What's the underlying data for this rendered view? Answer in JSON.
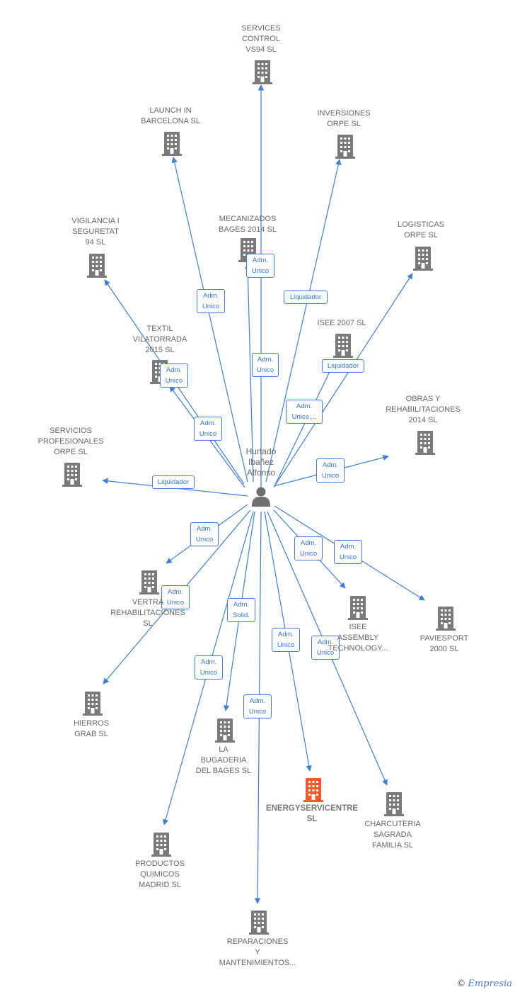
{
  "colors": {
    "edge": "#3d7fd6",
    "building": "#7a7a7a",
    "main_building": "#ee5a2a",
    "person": "#6f6f6f"
  },
  "person": {
    "name": "Hurtado\nIbañez\nAlfonso",
    "icon": "person-icon"
  },
  "companies": [
    {
      "id": "services-control",
      "label": "SERVICES\nCONTROL\nVS94 SL"
    },
    {
      "id": "launch-in-barcelona",
      "label": "LAUNCH IN\nBARCELONA  SL"
    },
    {
      "id": "inversiones-orpe",
      "label": "INVERSIONES\nORPE SL"
    },
    {
      "id": "mecanizados-bages",
      "label": "MECANIZADOS\nBAGES 2014  SL"
    },
    {
      "id": "vigilancia-seguretat",
      "label": "VIGILANCIA I\nSEGURETAT\n94 SL"
    },
    {
      "id": "logisticas-orpe",
      "label": "LOGISTICAS\nORPE SL"
    },
    {
      "id": "textil-vilatorrada",
      "label": "TEXTIL\nVILATORRADA\n2015  SL"
    },
    {
      "id": "isee-2007",
      "label": "ISEE 2007 SL"
    },
    {
      "id": "obras-rehabilitaciones",
      "label": "OBRAS Y\nREHABILITACIONES\n2014  SL"
    },
    {
      "id": "servicios-profesionales",
      "label": "SERVICIOS\nPROFESIONALES\nORPE SL"
    },
    {
      "id": "vertra-rehabilitaciones",
      "label": "VERTRA\nREHABILITACIONES\nSL"
    },
    {
      "id": "isee-assembly",
      "label": "ISEE\nASSEMBLY\nTECHNOLOGY..."
    },
    {
      "id": "paviesport",
      "label": "PAVIESPORT\n2000  SL"
    },
    {
      "id": "hierros-grab",
      "label": "HIERROS\nGRAB  SL"
    },
    {
      "id": "la-bugaderia",
      "label": "LA\nBUGADERIA\nDEL BAGES  SL"
    },
    {
      "id": "energyservicentre",
      "label": "ENERGYSERVICENTRE\nSL",
      "main": true
    },
    {
      "id": "charcuteria-sagrada",
      "label": "CHARCUTERIA\nSAGRADA\nFAMILIA  SL"
    },
    {
      "id": "productos-quimicos",
      "label": "PRODUCTOS\nQUIMICOS\nMADRID  SL"
    },
    {
      "id": "reparaciones-mantenimientos",
      "label": "REPARACIONES\nY\nMANTENIMIENTOS..."
    }
  ],
  "edges": [
    {
      "to": "services-control",
      "label": "Adm.\nUnico"
    },
    {
      "to": "launch-in-barcelona",
      "label": "Adm.\nUnico"
    },
    {
      "to": "inversiones-orpe",
      "label": "Liquidador"
    },
    {
      "to": "mecanizados-bages",
      "label": "Adm.\nUnico"
    },
    {
      "to": "vigilancia-seguretat",
      "label": "Adm.\nUnico"
    },
    {
      "to": "logisticas-orpe",
      "label": "Adm.\nUnico,..."
    },
    {
      "to": "textil-vilatorrada",
      "label": "Adm.\nUnico"
    },
    {
      "to": "isee-2007",
      "label": "Liquidador"
    },
    {
      "to": "obras-rehabilitaciones",
      "label": "Adm.\nUnico"
    },
    {
      "to": "servicios-profesionales",
      "label": "Liquidador"
    },
    {
      "to": "vertra-rehabilitaciones",
      "label": "Adm.\nUnico"
    },
    {
      "to": "isee-assembly",
      "label": "Adm.\nUnico"
    },
    {
      "to": "paviesport",
      "label": "Adm.\nUnico"
    },
    {
      "to": "hierros-grab",
      "label": "Adm.\nUnico"
    },
    {
      "to": "la-bugaderia",
      "label": "Adm.\nSolid."
    },
    {
      "to": "energyservicentre",
      "label": "Adm.\nUnico"
    },
    {
      "to": "charcuteria-sagrada",
      "label": "Adm.\nUnico"
    },
    {
      "to": "productos-quimicos",
      "label": "Adm.\nUnico"
    },
    {
      "to": "reparaciones-mantenimientos",
      "label": "Adm.\nUnico"
    }
  ],
  "brand": {
    "copyright": "©",
    "name": "Empresia"
  }
}
